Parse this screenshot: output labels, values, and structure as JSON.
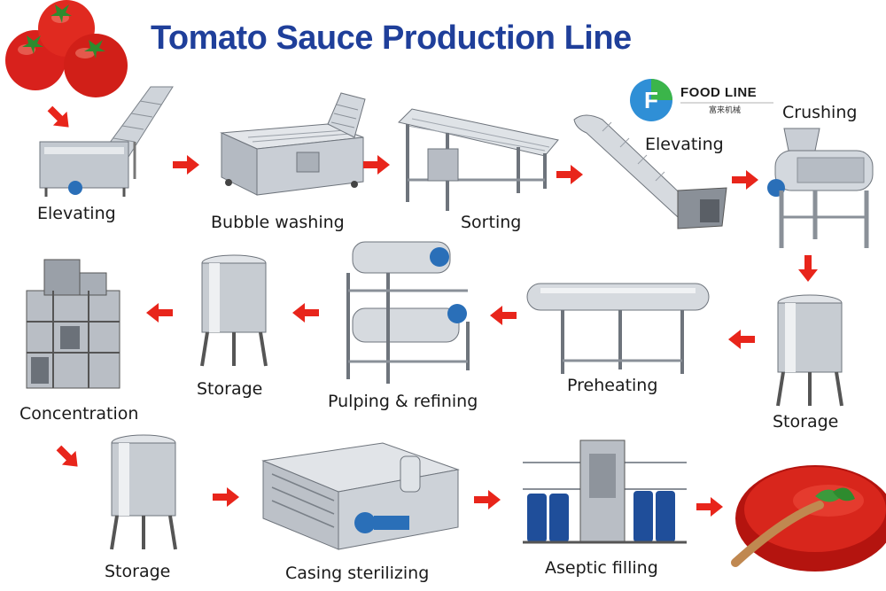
{
  "title": "Tomato Sauce Production Line",
  "logo": {
    "name": "FOOD LINE",
    "sub": "富来机械"
  },
  "colors": {
    "title": "#1f3f9a",
    "arrow": "#e8251b",
    "steel": "#b8bec6",
    "motor": "#2a6fb8"
  },
  "steps": [
    {
      "label": "Elevating",
      "icon": "belt-elevator-icon"
    },
    {
      "label": "Bubble washing",
      "icon": "washing-machine-icon"
    },
    {
      "label": "Sorting",
      "icon": "sorting-table-icon"
    },
    {
      "label": "Elevating",
      "icon": "screw-elevator-icon"
    },
    {
      "label": "Crushing",
      "icon": "crusher-icon"
    },
    {
      "label": "Storage",
      "icon": "storage-tank-icon"
    },
    {
      "label": "Preheating",
      "icon": "tube-preheater-icon"
    },
    {
      "label": "Pulping & refining",
      "icon": "pulper-icon"
    },
    {
      "label": "Storage",
      "icon": "storage-tank-icon"
    },
    {
      "label": "Concentration",
      "icon": "evaporator-icon"
    },
    {
      "label": "Storage",
      "icon": "storage-tank-icon"
    },
    {
      "label": "Casing sterilizing",
      "icon": "sterilizer-icon"
    },
    {
      "label": "Aseptic filling",
      "icon": "aseptic-filler-icon"
    },
    {
      "label": "",
      "icon": "tomato-sauce-bowl-icon"
    }
  ]
}
